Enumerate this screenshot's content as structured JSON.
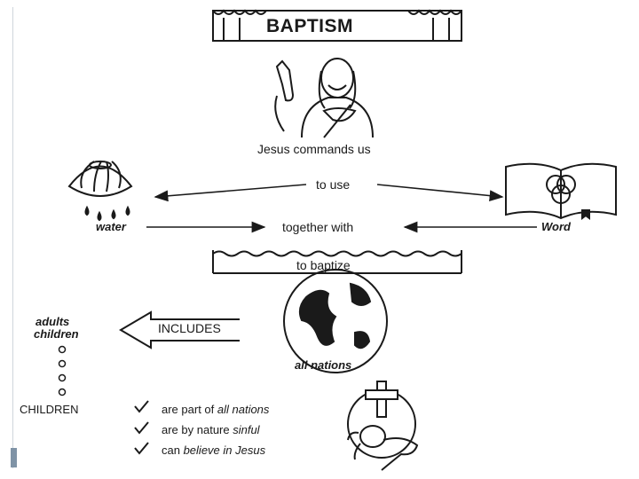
{
  "title": "BAPTISM",
  "jesus_caption": "Jesus commands us",
  "to_use": "to use",
  "water_label": "water",
  "together_with": "together with",
  "word_label": "Word",
  "to_baptize": "to baptize",
  "includes_label": "INCLUDES",
  "all_nations_label": "all nations",
  "people": {
    "adults": "adults",
    "children": "children",
    "children_caps": "CHILDREN"
  },
  "checks": [
    {
      "prefix": "are part of ",
      "emph": "all nations"
    },
    {
      "prefix": "are by nature ",
      "emph": "sinful"
    },
    {
      "prefix": "can ",
      "emph": "believe in Jesus"
    }
  ],
  "colors": {
    "ink": "#1a1a1a",
    "rule": "#cfd6dc",
    "accent_bar": "#7f93a6"
  },
  "icons": [
    "jesus-figure-icon",
    "shell-water-icon",
    "bible-book-icon",
    "globe-icon",
    "cross-baby-icon",
    "checkmark-icon",
    "arrow-left-icon"
  ]
}
